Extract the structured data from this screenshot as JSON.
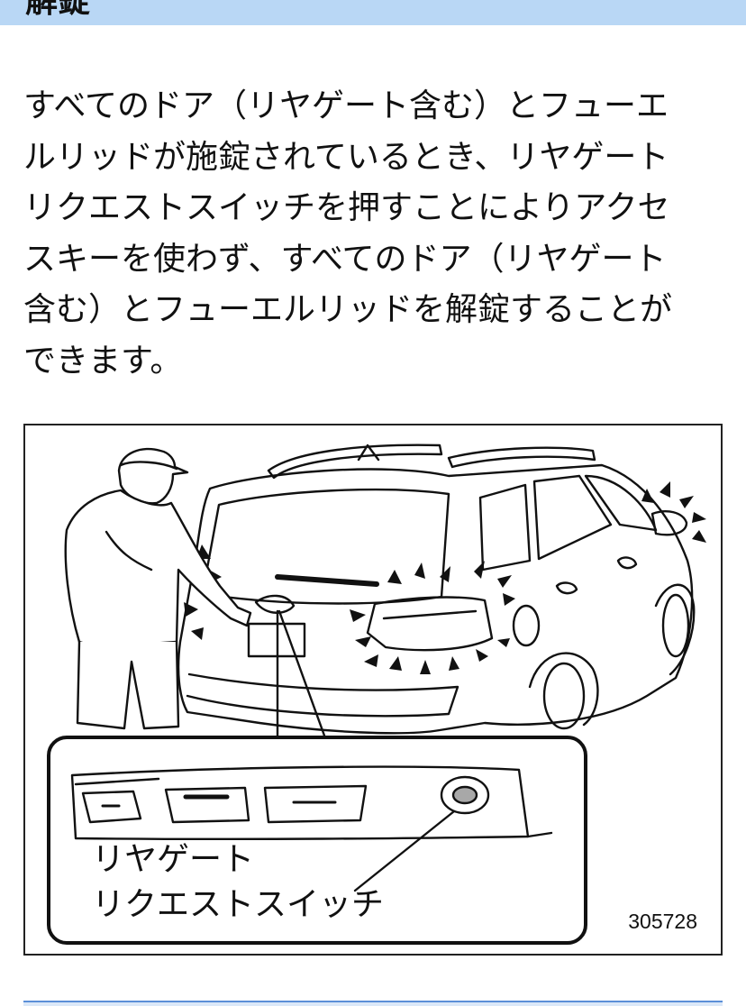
{
  "header": {
    "title": "解錠",
    "background": "#b9d7f5"
  },
  "body": {
    "lines": [
      "すべてのドア（リヤゲート含む）とフューエ",
      "ルリッドが施錠されているとき、リヤゲート",
      "リクエストスイッチを押すことによりアクセ",
      "スキーを使わず、すべてのドア（リヤゲート",
      "含む）とフューエルリッドを解錠することが",
      "できます。"
    ]
  },
  "figure": {
    "callout_label_lines": [
      "リヤゲート",
      "リクエストスイッチ"
    ],
    "figure_number": "305728"
  }
}
